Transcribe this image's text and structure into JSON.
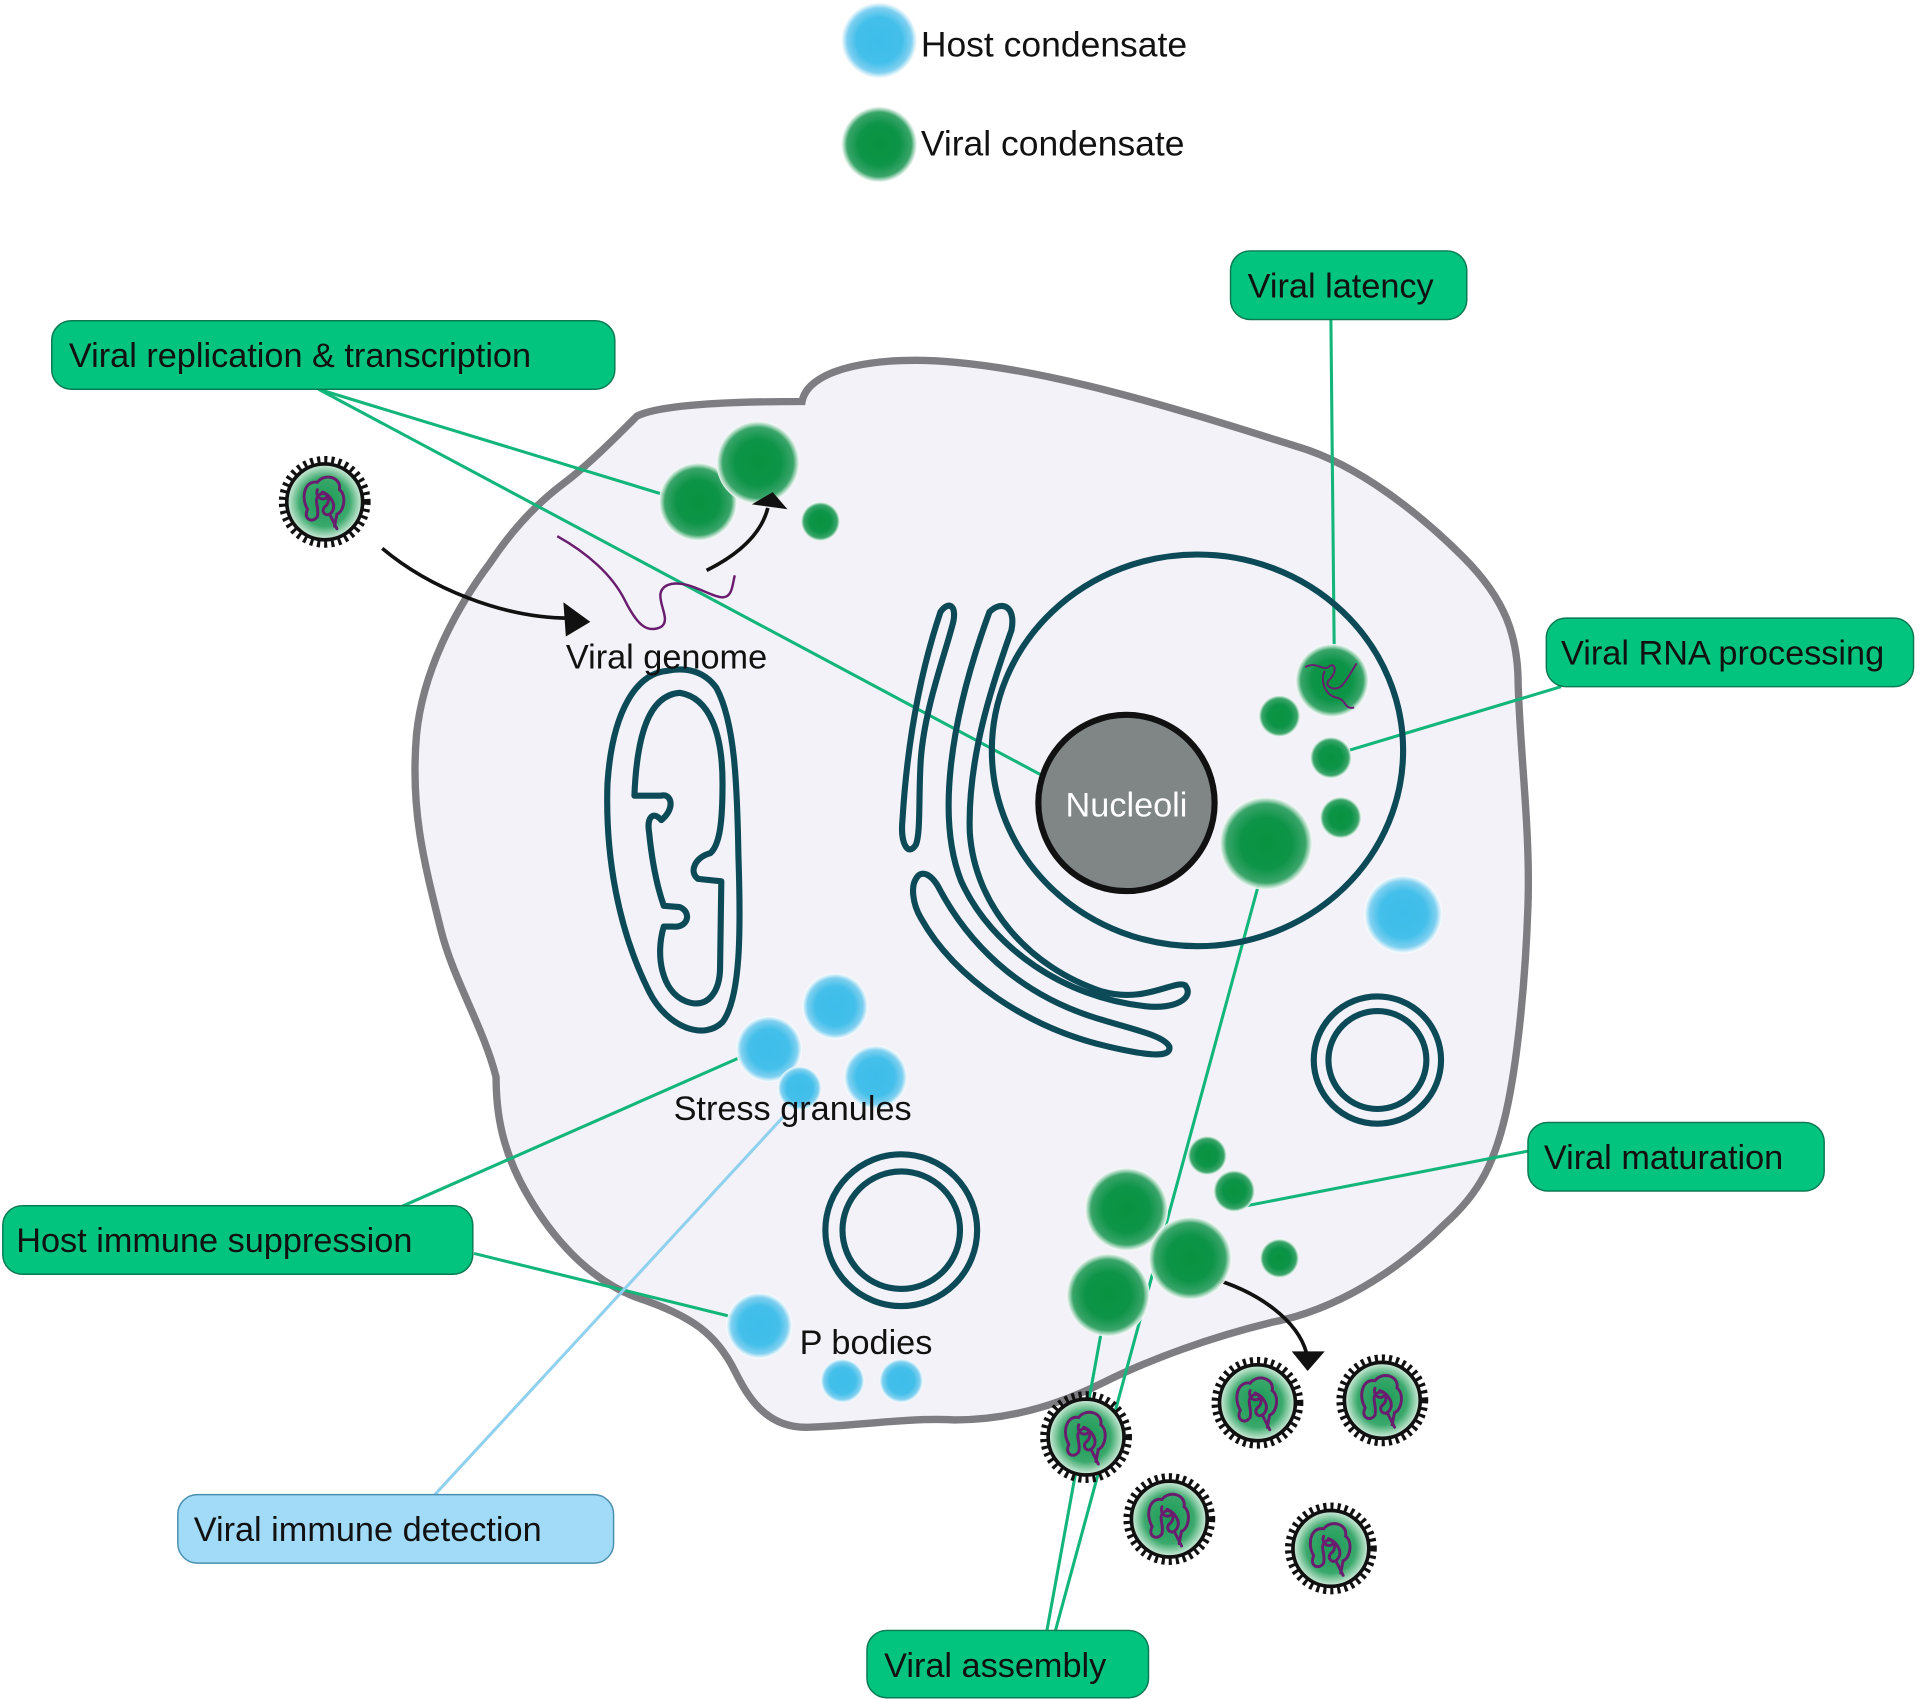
{
  "legend": {
    "host_condensate": "Host condensate",
    "viral_condensate": "Viral condensate"
  },
  "colors": {
    "host_condensate": "#3fbdea",
    "viral_condensate": "#0a9447",
    "label_green": "#02c47e",
    "label_blue": "#a2dbf7",
    "cell_fill": "#f2f2f8",
    "cell_membrane": "#7d7d82",
    "organelle_outline": "#0d4a57",
    "nucleoli_fill": "#808585",
    "viral_genome": "#6a1c6e"
  },
  "labels": {
    "replication": "Viral replication & transcription",
    "latency": "Viral latency",
    "rna_processing": "Viral RNA processing",
    "maturation": "Viral maturation",
    "immune_suppression": "Host immune suppression",
    "immune_detection": "Viral immune detection",
    "assembly": "Viral assembly"
  },
  "structures": {
    "viral_genome": "Viral genome",
    "nucleoli": "Nucleoli",
    "stress_granules": "Stress granules",
    "p_bodies": "P bodies"
  }
}
